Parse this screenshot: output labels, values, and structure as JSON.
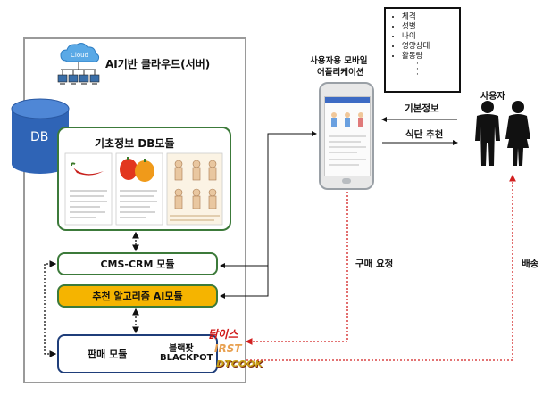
{
  "server": {
    "cloud_icon_text": "Cloud",
    "title": "AI기반 클라우드(서버)",
    "db_label": "DB"
  },
  "modules": {
    "db_module": "기초정보 DB모듈",
    "cms_crm": "CMS-CRM 모듈",
    "recommend_ai": "추천 알고리즘 AI모듈",
    "sales": "판매 모듈",
    "brand_ko": "블랙팟",
    "brand_en": "BLACKPOT"
  },
  "partners": {
    "logo1": "닭이스",
    "logo2": "IRST",
    "logo3": "DTCOOK"
  },
  "app": {
    "title_line1": "사용자용 모바일",
    "title_line2": "어플리케이션"
  },
  "user_info": {
    "items": [
      "체격",
      "성별",
      "나이",
      "영양상태",
      "활동량"
    ]
  },
  "user": {
    "label": "사용자"
  },
  "flows": {
    "basic_info": "기본정보",
    "diet_recommend": "식단 추천",
    "purchase_request": "구매 요청",
    "delivery": "배송"
  },
  "colors": {
    "module_border": "#3c7a3a",
    "sales_border": "#1f3e7a",
    "algo_fill": "#f5b400",
    "db_blue": "#2f64b6",
    "dotted_red": "#d22020"
  }
}
